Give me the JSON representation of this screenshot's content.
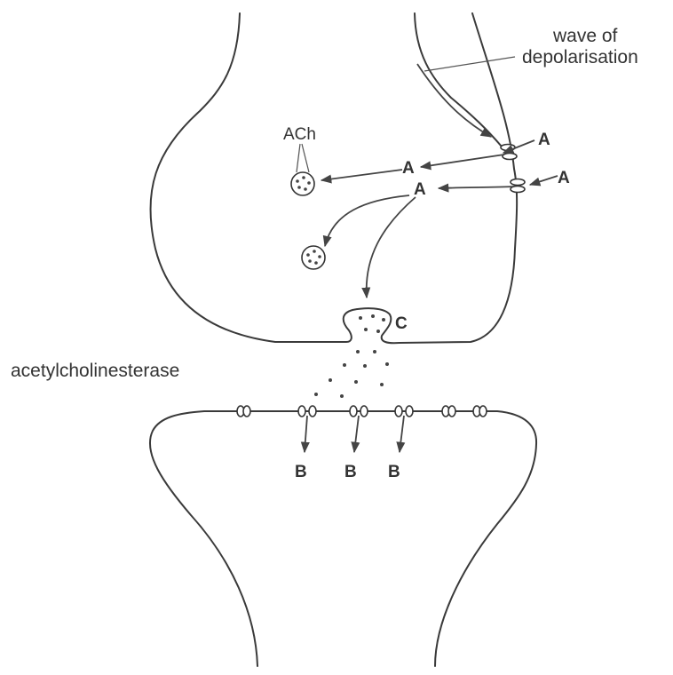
{
  "labels": {
    "wave_line1": "wave of",
    "wave_line2": "depolarisation",
    "ach": "ACh",
    "enzyme": "acetylcholinesterase",
    "a": "A",
    "b": "B",
    "c": "C"
  },
  "colors": {
    "line": "#3a3a3a",
    "background": "#ffffff"
  }
}
